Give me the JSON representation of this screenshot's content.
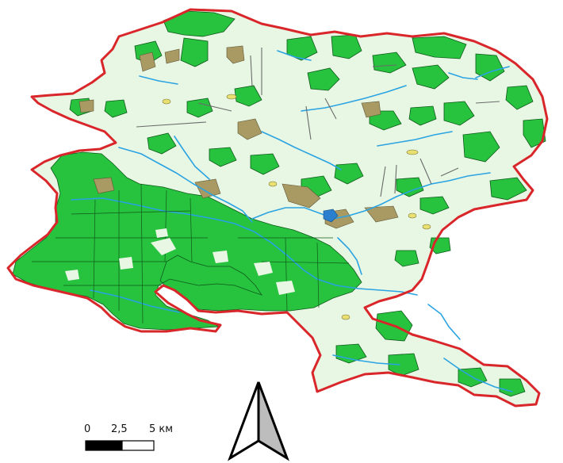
{
  "colors": {
    "boundary": "#d9262a",
    "land": "#e8f7e4",
    "forest": "#27c23e",
    "forest_edge": "#0e5a1a",
    "wetland": "#a89a62",
    "water": "#2aa3e2",
    "lake": "#2b7fcf",
    "sand": "#e8e070",
    "road": "#6b6b6b"
  },
  "scale_bar": {
    "labels": [
      "0",
      "2,5",
      "5 км"
    ]
  },
  "north_arrow": {
    "icon": "north-arrow-icon"
  }
}
